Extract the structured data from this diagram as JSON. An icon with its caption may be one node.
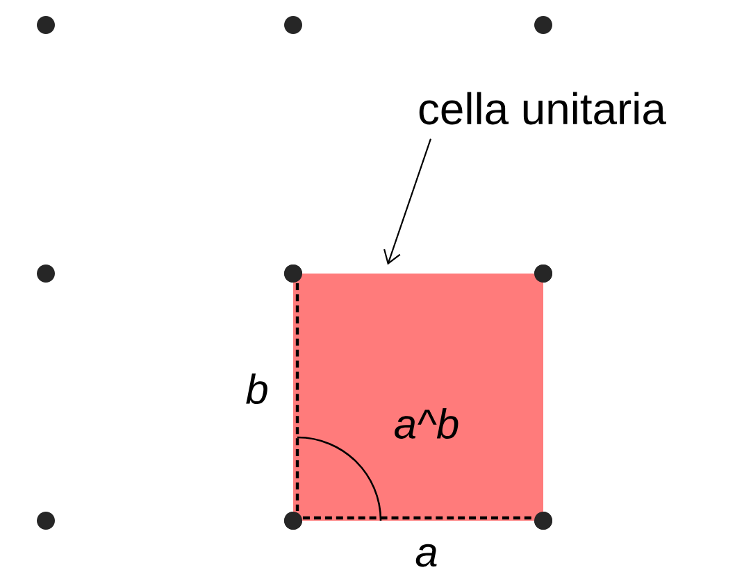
{
  "diagram": {
    "nodes": [
      {
        "text": [
          "cella unitaria"
        ]
      },
      {
        "text": [],
        "shape": "box"
      }
    ],
    "edges": [
      {
        "from": 0,
        "to": 1,
        "arrow": "to"
      }
    ],
    "labels": [
      "b",
      "a^b",
      "a"
    ]
  }
}
